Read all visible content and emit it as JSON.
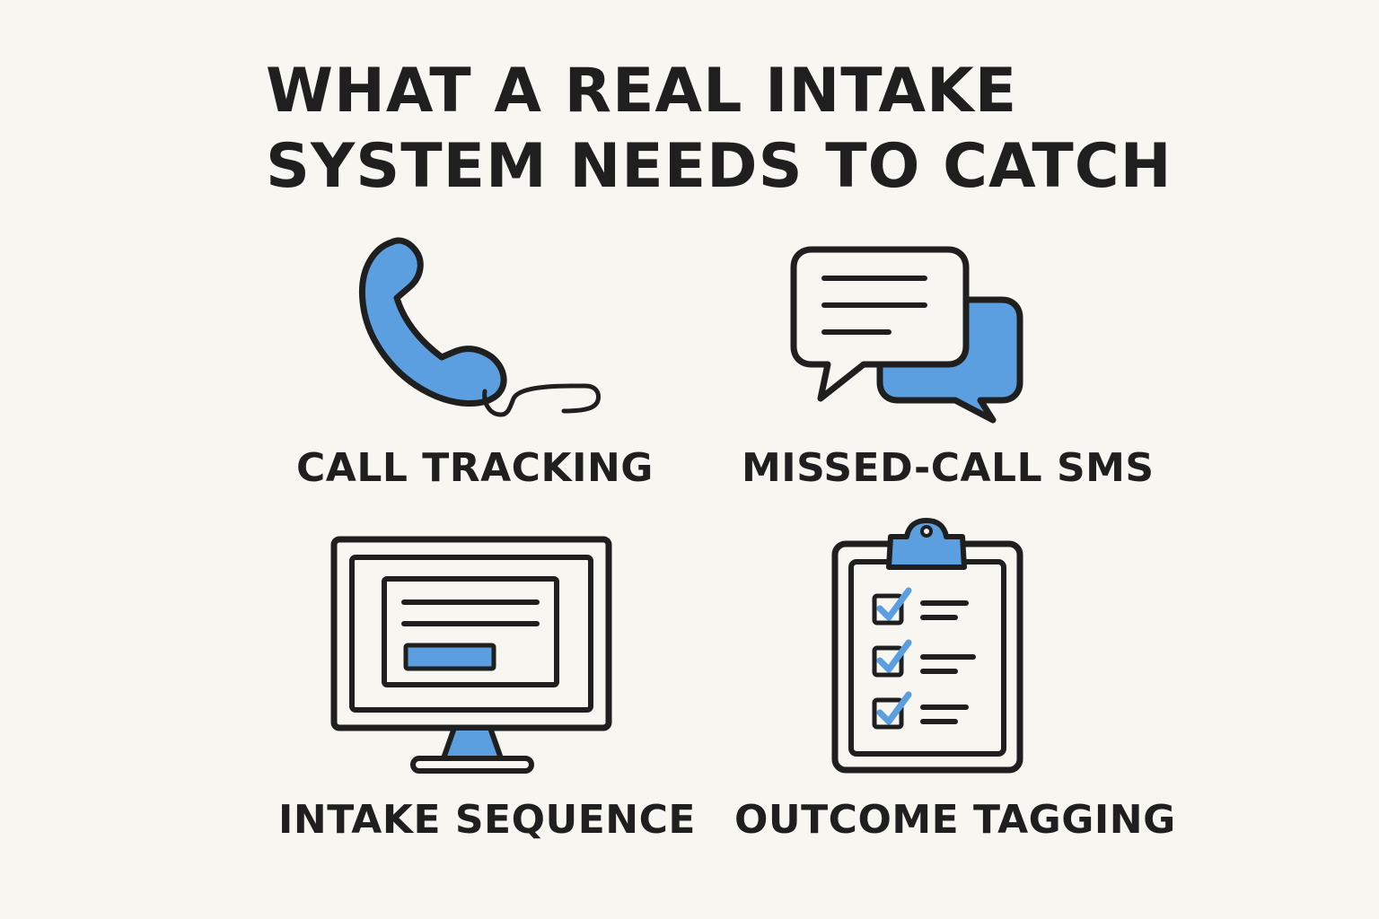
{
  "title": {
    "line1": "WHAT A REAL INTAKE",
    "line2": "SYSTEM NEEDS TO CATCH"
  },
  "colors": {
    "background": "#f7f6f1",
    "ink": "#1f1f1f",
    "accent": "#5b9fe0"
  },
  "items": [
    {
      "icon": "phone-handset-icon",
      "label": "CALL TRACKING"
    },
    {
      "icon": "chat-bubbles-icon",
      "label": "MISSED-CALL SMS"
    },
    {
      "icon": "computer-monitor-icon",
      "label": "INTAKE SEQUENCE"
    },
    {
      "icon": "clipboard-checklist-icon",
      "label": "OUTCOME TAGGING"
    }
  ]
}
